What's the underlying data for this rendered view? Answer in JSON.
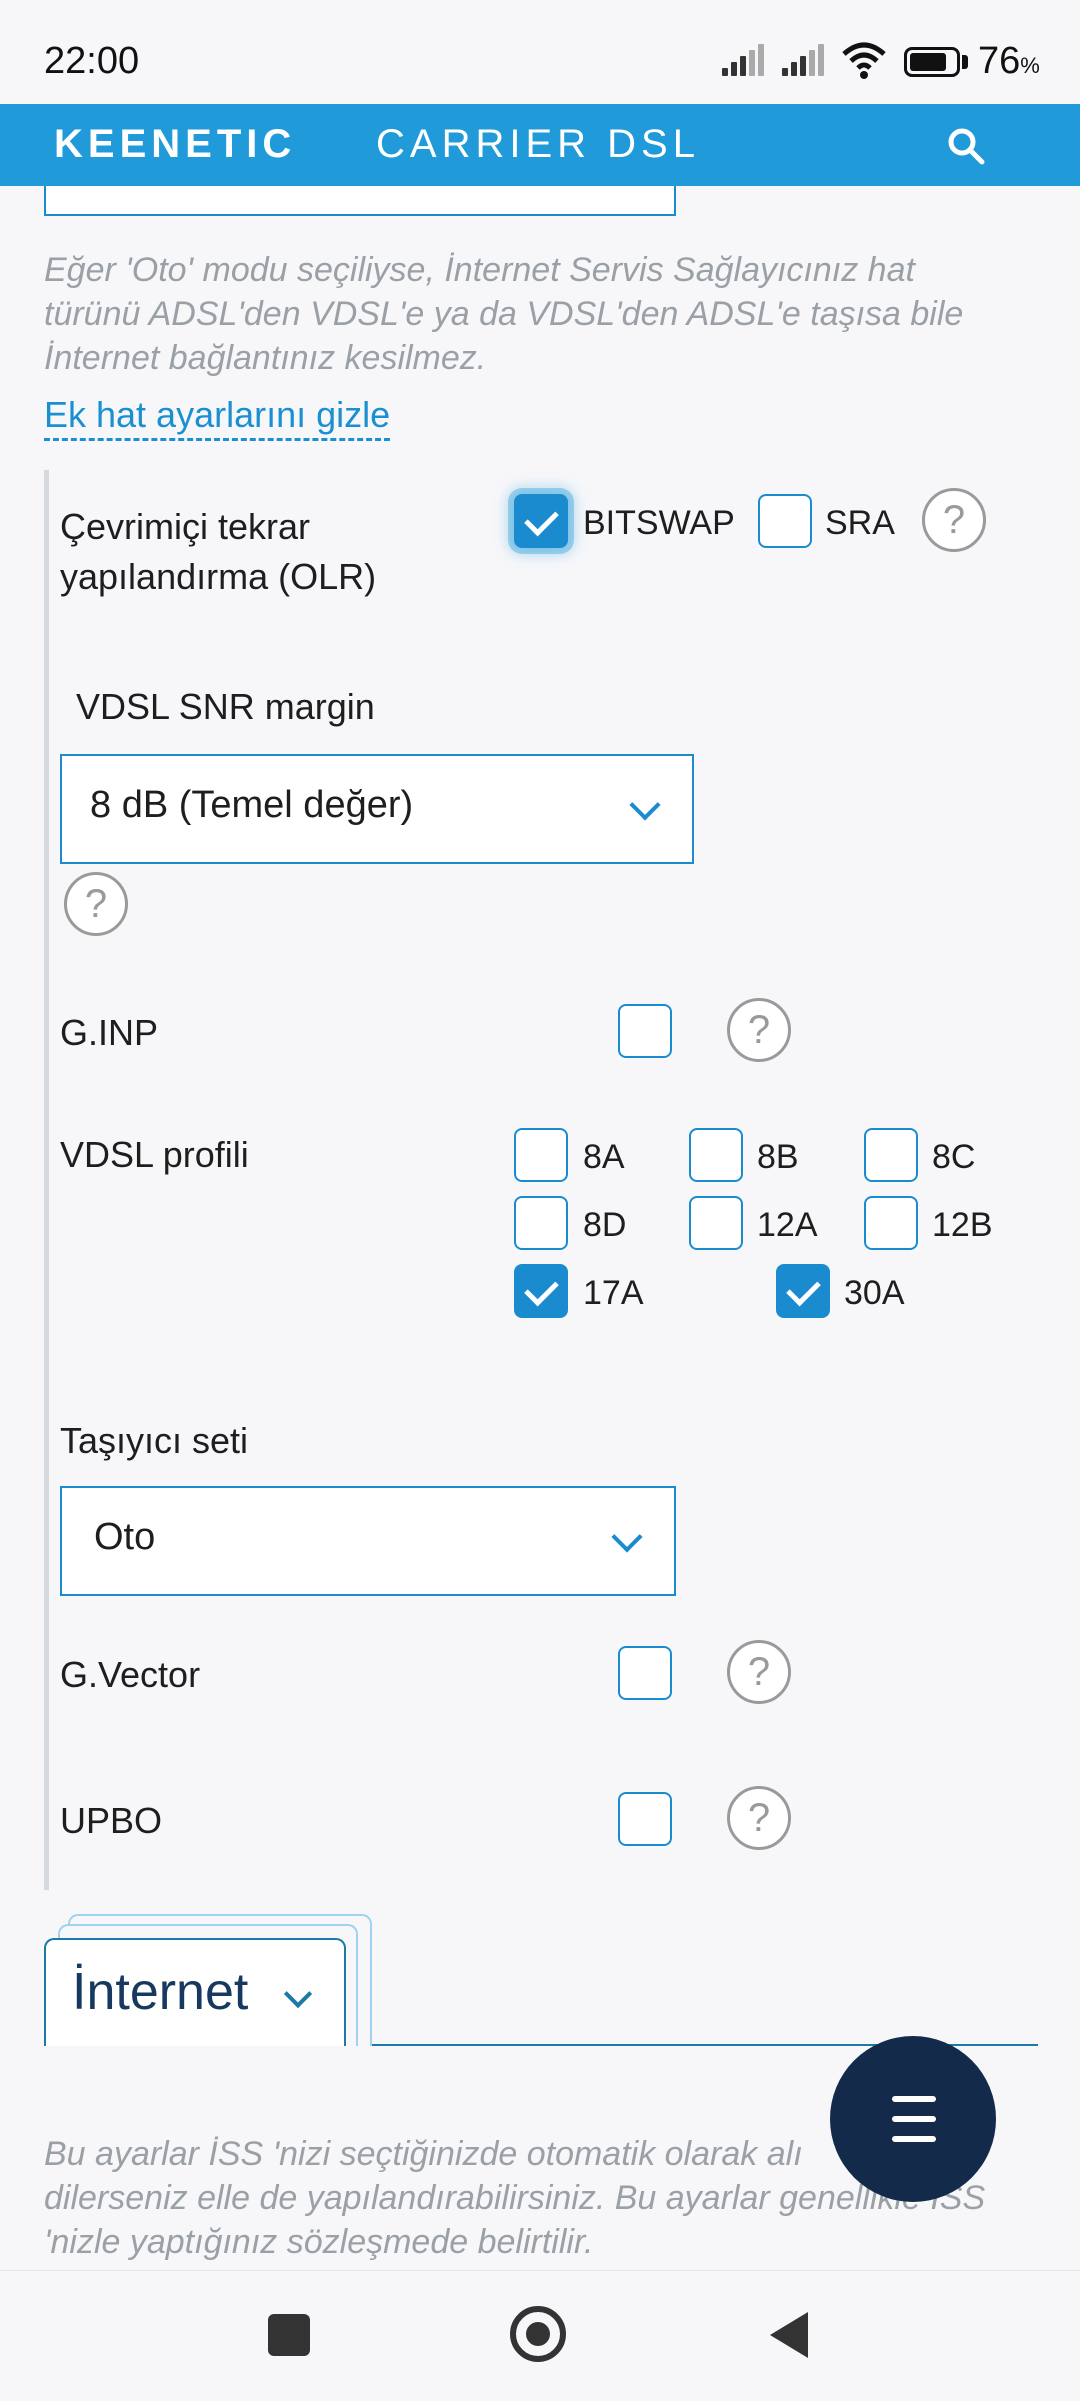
{
  "status_bar": {
    "time": "22:00",
    "battery_percent": "76",
    "battery_unit": "%",
    "icons": [
      "signal-icon",
      "signal-icon",
      "wifi-icon",
      "battery-icon"
    ]
  },
  "header": {
    "brand": "KEENETIC",
    "product": "CARRIER DSL",
    "search_icon": "search-icon"
  },
  "note": {
    "line1": "Eğer 'Oto' modu seçiliyse, İnternet Servis Sağlayıcınız hat",
    "line2": "türünü ADSL'den VDSL'e ya da VDSL'den ADSL'e taşısa bile",
    "line3": "İnternet bağlantınız kesilmez."
  },
  "toggle_link": "Ek hat ayarlarını gizle",
  "olr": {
    "label_line1": "Çevrimiçi tekrar",
    "label_line2": "yapılandırma (OLR)",
    "options": [
      {
        "label": "BITSWAP",
        "checked": true
      },
      {
        "label": "SRA",
        "checked": false
      }
    ],
    "help": "?"
  },
  "snr": {
    "label": "VDSL SNR margin",
    "value": "8 dB (Temel değer)",
    "help": "?"
  },
  "ginp": {
    "label": "G.INP",
    "checked": false,
    "help": "?"
  },
  "vdsl_profile": {
    "label": "VDSL profili",
    "options": [
      {
        "label": "8A",
        "checked": false
      },
      {
        "label": "8B",
        "checked": false
      },
      {
        "label": "8C",
        "checked": false
      },
      {
        "label": "8D",
        "checked": false
      },
      {
        "label": "12A",
        "checked": false
      },
      {
        "label": "12B",
        "checked": false
      },
      {
        "label": "17A",
        "checked": true
      },
      {
        "label": "30A",
        "checked": true
      }
    ]
  },
  "carrier_set": {
    "label": "Taşıyıcı seti",
    "value": "Oto"
  },
  "gvector": {
    "label": "G.Vector",
    "checked": false,
    "help": "?"
  },
  "upbo": {
    "label": "UPBO",
    "checked": false,
    "help": "?"
  },
  "internet_tab": {
    "label": "İnternet"
  },
  "footer_note": {
    "line1": "Bu ayarlar İSS 'nizi seçtiğinizde otomatik olarak alı",
    "line2": "dilerseniz elle de yapılandırabilirsiniz. Bu ayarlar genellikle İSS",
    "line3": "'nizle yaptığınız sözleşmede belirtilir."
  },
  "fab_icon": "menu-icon",
  "nav": {
    "recents": "recents-icon",
    "home": "home-icon",
    "back": "back-icon"
  }
}
